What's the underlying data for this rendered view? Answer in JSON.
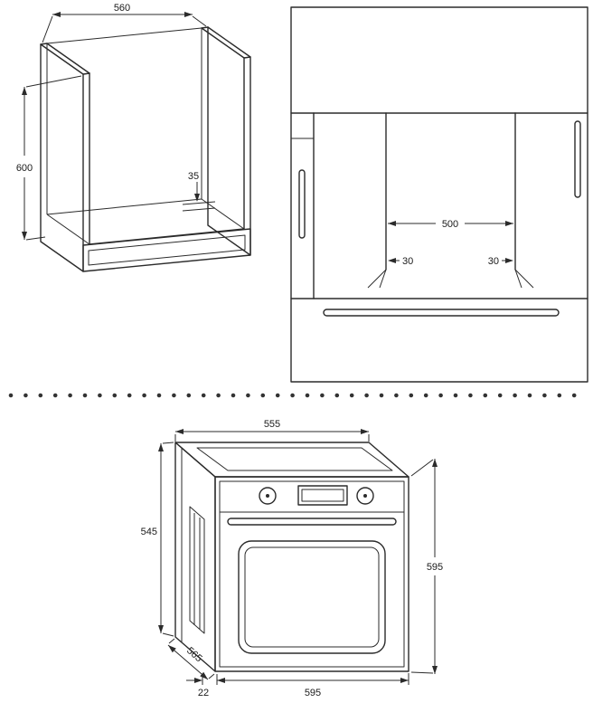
{
  "page": {
    "background": "#ffffff",
    "line_color": "#2b2b2b"
  },
  "cabinet_cutout": {
    "label": "cabinet cutout isometric view",
    "width_mm": "560",
    "height_mm": "600",
    "rear_gap_mm": "35"
  },
  "niche_front": {
    "label": "kitchen niche front view",
    "opening_width_mm": "500",
    "left_clearance_mm": "30",
    "right_clearance_mm": "30"
  },
  "oven": {
    "label": "built-in oven isometric view",
    "top_width_mm": "555",
    "body_height_mm": "545",
    "front_height_mm": "595",
    "depth_mm": "565",
    "front_width_mm": "595",
    "door_protrusion_mm": "22"
  }
}
